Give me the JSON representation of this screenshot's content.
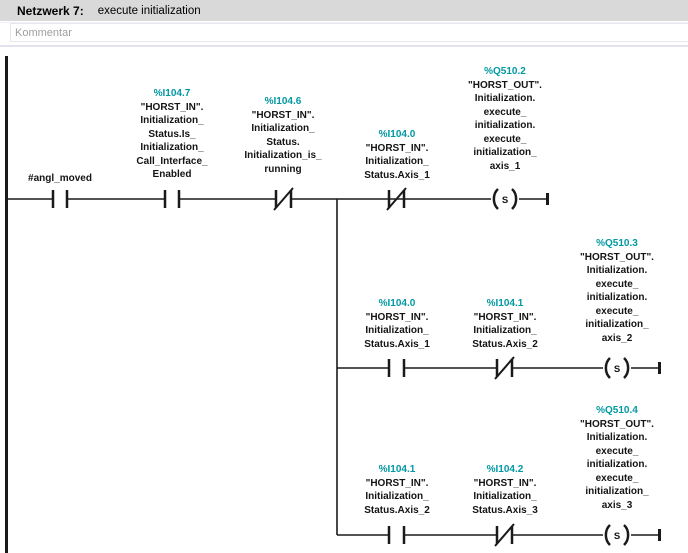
{
  "network": {
    "title_label": "Netzwerk 7:",
    "title_text": "execute initialization",
    "comment_placeholder": "Kommentar"
  },
  "colors": {
    "operand_address": "#0099a2",
    "header_bg": "#d9d9d9",
    "wire": "#1a1a1a"
  },
  "ladder": {
    "set_label": "S",
    "operands": {
      "r1c1": {
        "type": "NO_contact",
        "lines": [
          "#angl_moved"
        ]
      },
      "r1c2": {
        "type": "NO_contact",
        "address": "%I104.7",
        "lines": [
          "\"HORST_IN\".",
          "Initialization_",
          "Status.Is_",
          "Initialization_",
          "Call_Interface_",
          "Enabled"
        ]
      },
      "r1c3": {
        "type": "NC_contact",
        "address": "%I104.6",
        "lines": [
          "\"HORST_IN\".",
          "Initialization_",
          "Status.",
          "Initialization_is_",
          "running"
        ]
      },
      "r1c4": {
        "type": "NC_contact",
        "address": "%I104.0",
        "lines": [
          "\"HORST_IN\".",
          "Initialization_",
          "Status.Axis_1"
        ]
      },
      "r1coil": {
        "type": "SET_coil",
        "address": "%Q510.2",
        "lines": [
          "\"HORST_OUT\".",
          "Initialization.",
          "execute_",
          "initialization.",
          "execute_",
          "initialization_",
          "axis_1"
        ]
      },
      "r2c1": {
        "type": "NO_contact",
        "address": "%I104.0",
        "lines": [
          "\"HORST_IN\".",
          "Initialization_",
          "Status.Axis_1"
        ]
      },
      "r2c2": {
        "type": "NC_contact",
        "address": "%I104.1",
        "lines": [
          "\"HORST_IN\".",
          "Initialization_",
          "Status.Axis_2"
        ]
      },
      "r2coil": {
        "type": "SET_coil",
        "address": "%Q510.3",
        "lines": [
          "\"HORST_OUT\".",
          "Initialization.",
          "execute_",
          "initialization.",
          "execute_",
          "initialization_",
          "axis_2"
        ]
      },
      "r3c1": {
        "type": "NO_contact",
        "address": "%I104.1",
        "lines": [
          "\"HORST_IN\".",
          "Initialization_",
          "Status.Axis_2"
        ]
      },
      "r3c2": {
        "type": "NC_contact",
        "address": "%I104.2",
        "lines": [
          "\"HORST_IN\".",
          "Initialization_",
          "Status.Axis_3"
        ]
      },
      "r3coil": {
        "type": "SET_coil",
        "address": "%Q510.4",
        "lines": [
          "\"HORST_OUT\".",
          "Initialization.",
          "execute_",
          "initialization.",
          "execute_",
          "initialization_",
          "axis_3"
        ]
      }
    }
  }
}
